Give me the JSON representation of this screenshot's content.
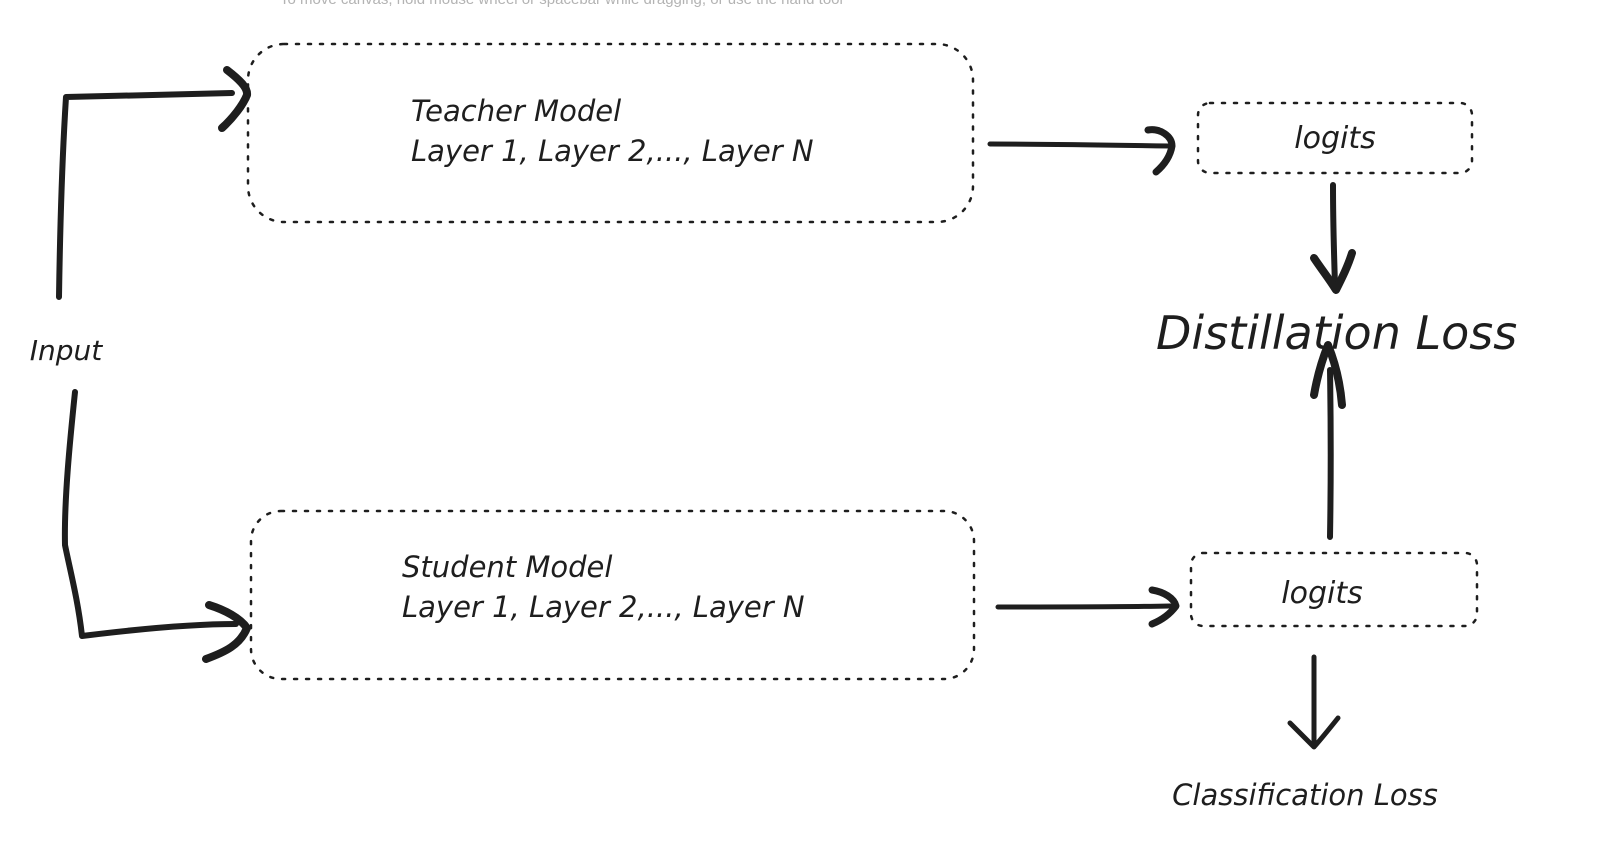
{
  "canvas_hint": "To move canvas, hold mouse wheel or spacebar while dragging, or use the hand tool",
  "nodes": {
    "input": "Input",
    "teacher": {
      "title": "Teacher Model",
      "layers": "Layer 1, Layer 2,..., Layer N"
    },
    "student": {
      "title": "Student Model",
      "layers": "Layer 1, Layer 2,..., Layer N"
    },
    "teacher_logits": "logits",
    "student_logits": "logits",
    "distillation_loss": "Distillation Loss",
    "classification_loss": "Classification Loss"
  },
  "colors": {
    "stroke": "#1e1e1e",
    "background": "#ffffff",
    "hint": "#b3b3b3"
  }
}
